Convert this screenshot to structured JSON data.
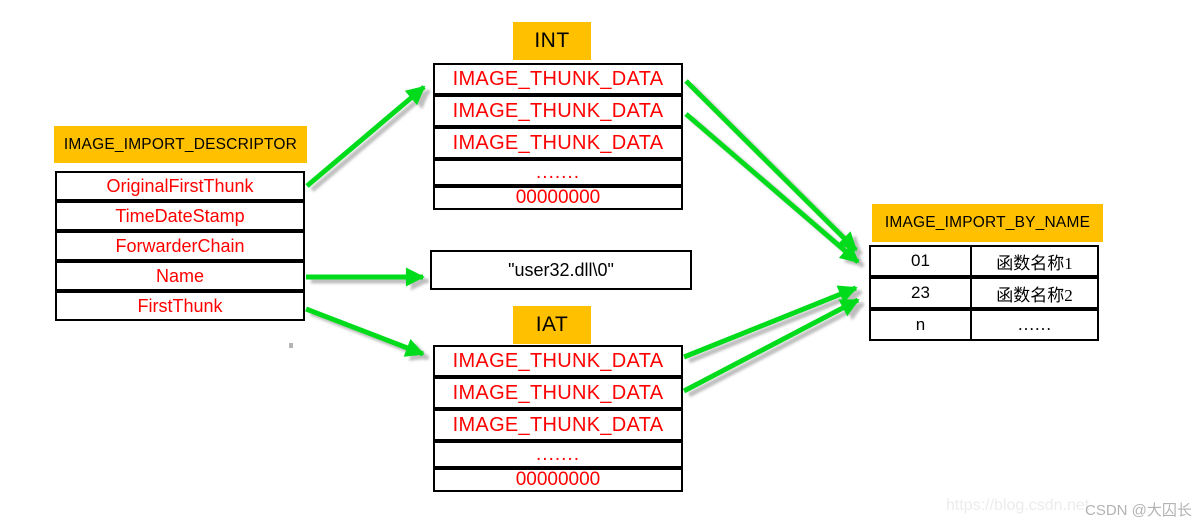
{
  "diagram": {
    "descriptor": {
      "title": "IMAGE_IMPORT_DESCRIPTOR",
      "rows": [
        "OriginalFirstThunk",
        "TimeDateStamp",
        "ForwarderChain",
        "Name",
        "FirstThunk"
      ]
    },
    "int_table": {
      "title": "INT",
      "rows": [
        "IMAGE_THUNK_DATA",
        "IMAGE_THUNK_DATA",
        "IMAGE_THUNK_DATA",
        ".......",
        "00000000"
      ]
    },
    "dll_string": "\"user32.dll\\0\"",
    "iat_table": {
      "title": "IAT",
      "rows": [
        "IMAGE_THUNK_DATA",
        "IMAGE_THUNK_DATA",
        "IMAGE_THUNK_DATA",
        ".......",
        "00000000"
      ]
    },
    "import_by_name": {
      "title": "IMAGE_IMPORT_BY_NAME",
      "rows": [
        {
          "hint": "01",
          "name": "函数名称1"
        },
        {
          "hint": "23",
          "name": "函数名称2"
        },
        {
          "hint": "n",
          "name": "……"
        }
      ]
    }
  },
  "watermark": {
    "url": "https://blog.csdn.net",
    "credit": "CSDN @大囚长"
  },
  "colors": {
    "header_bg": "#FFC000",
    "red_text": "#FF0000",
    "arrow_green": "#00DB1F",
    "border": "#000000",
    "watermark_url": "#ECECEC",
    "watermark_credit": "#B3B3B3"
  }
}
